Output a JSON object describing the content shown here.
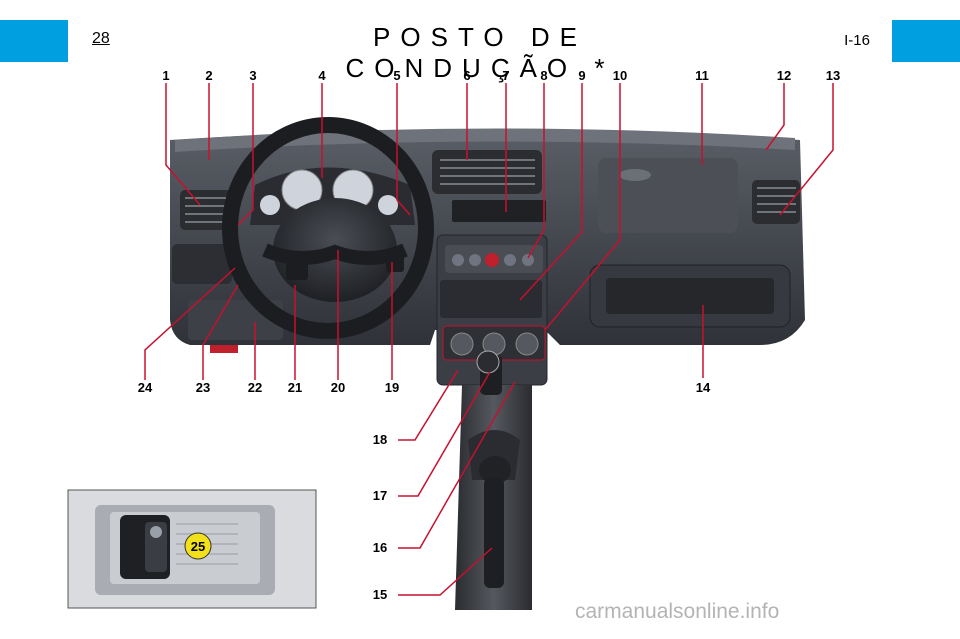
{
  "header": {
    "page_number": "28",
    "title": "POSTO DE CONDUÇÃO *",
    "code": "I-16",
    "accent_color": "#00a0e0"
  },
  "callouts": {
    "c1": "1",
    "c2": "2",
    "c3": "3",
    "c4": "4",
    "c5": "5",
    "c6": "6",
    "c7": "7",
    "c8": "8",
    "c9": "9",
    "c10": "10",
    "c11": "11",
    "c12": "12",
    "c13": "13",
    "c14": "14",
    "c15": "15",
    "c16": "16",
    "c17": "17",
    "c18": "18",
    "c19": "19",
    "c20": "20",
    "c21": "21",
    "c22": "22",
    "c23": "23",
    "c24": "24",
    "c25": "25"
  },
  "callout_line_color": "#c8102e",
  "watermark": "carmanualsonline.info"
}
